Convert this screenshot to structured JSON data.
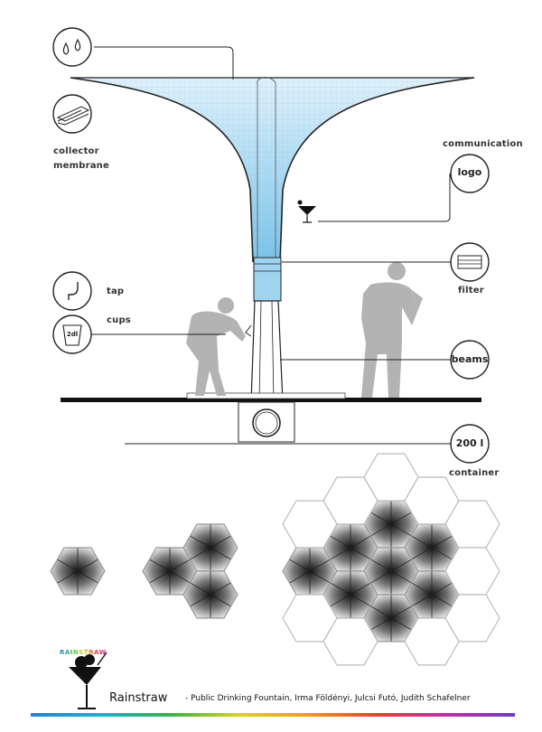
{
  "labels": {
    "collector_line1": "collector",
    "collector_line2": "membrane",
    "communication": "communication",
    "logo": "logo",
    "filter": "filter",
    "tap": "tap",
    "cups": "cups",
    "cup_volume": "2dl",
    "beams": "beams",
    "tank_volume": "200 l",
    "container": "container"
  },
  "icons": {
    "drops": "water-drops-icon",
    "membrane": "membrane-sheet-icon",
    "tap": "tap-icon",
    "cup": "cup-icon",
    "filter": "filter-icon",
    "cocktail": "cocktail-glass-icon"
  },
  "footer": {
    "brand_word": "RAINSTRAW",
    "title": "Rainstraw",
    "subtitle": "- Public Drinking Fountain, Irma Földényi, Julcsi Futó, Judith Schafelner"
  },
  "colors": {
    "water": "#a9d8f2",
    "silhouette": "#b3b3b3",
    "line": "#222222"
  }
}
